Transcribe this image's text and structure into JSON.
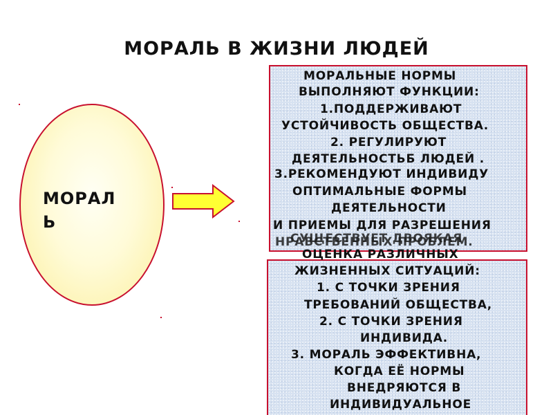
{
  "slide": {
    "title": "МОРАЛЬ В ЖИЗНИ ЛЮДЕЙ",
    "oval_label": "МОРАЛ\nЬ",
    "top_box": {
      "lines": [
        "МОРАЛЬНЫЕ НОРМЫ",
        "ВЫПОЛНЯЮТ ФУНКЦИИ:",
        "1.ПОДДЕРЖИВАЮТ",
        "УСТОЙЧИВОСТЬ  ОБЩЕСТВА.",
        "2. РЕГУЛИРУЮТ",
        "ДЕЯТЕЛЬНОСТЬБ ЛЮДЕЙ .",
        "3.РЕКОМЕНДУЮТ  ИНДИВИДУ",
        "ОПТИМАЛЬНЫЕ ФОРМЫ",
        "ДЕЯТЕЛЬНОСТИ",
        "И ПРИЕМЫ  ДЛЯ РАЗРЕШЕНИЯ",
        "НРАВСТВЕННЫХ ПРОБЛЕМ."
      ]
    },
    "bottom_box": {
      "lines": [
        "СУЩЕСТВУЕТ ДВОЯКАЯ",
        "ОЦЕНКА  РАЗЛИЧНЫХ",
        "ЖИЗНЕННЫХ  СИТУАЦИЙ:",
        "1. С ТОЧКИ ЗРЕНИЯ",
        "ТРЕБОВАНИЙ ОБЩЕСТВА,",
        "2. С ТОЧКИ ЗРЕНИЯ",
        "ИНДИВИДА.",
        "3. МОРАЛЬ ЭФФЕКТИВНА,",
        "КОГДА ЕЁ НОРМЫ",
        "ВНЕДРЯЮТСЯ В",
        "ИНДИВИДУАЛЬНОЕ"
      ]
    },
    "colors": {
      "oval_border": "#c8102e",
      "oval_fill": "#fbef9d",
      "arrow_fill": "#ffff33",
      "arrow_border": "#c8102e",
      "box_border": "#c8102e",
      "box_fill": "#d7e2f1"
    }
  }
}
